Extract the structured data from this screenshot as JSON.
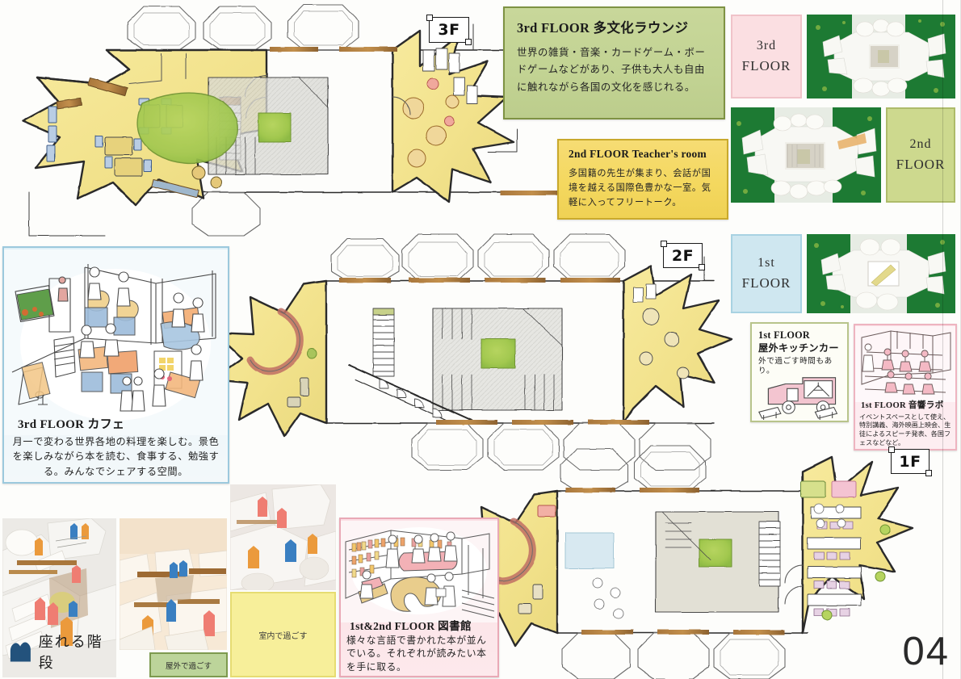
{
  "board": {
    "page_number": "04",
    "title": "International school presentation board"
  },
  "panels": {
    "lounge": {
      "title": "3rd FLOOR 多文化ラウンジ",
      "body": "世界の雑貨・音楽・カードゲーム・ボードゲームなどがあり、子供も大人も自由に触れながら各国の文化を感じれる。",
      "color": "#c3d491"
    },
    "teacher": {
      "title": "2nd FLOOR Teacher's room",
      "body": "多国籍の先生が集まり、会話が国境を越える国際色豊かな一室。気軽に入ってフリートーク。",
      "color": "#f3d85f"
    },
    "cafe": {
      "title": "3rd FLOOR カフェ",
      "body": "月一で変わる世界各地の料理を楽しむ。景色を楽しみながら本を読む、食事する、勉強する。みんなでシェアする空間。",
      "color": "#dff0f7"
    },
    "library": {
      "title": "1st&2nd FLOOR 図書館",
      "body": "様々な言語で書かれた本が並んでいる。それぞれが読みたい本を手に取る。",
      "color": "#fbdfe4"
    },
    "kitchen_car": {
      "title_line1": "1st FLOOR",
      "title_line2": "屋外キッチンカー",
      "body": "外で過ごす時間もあり。",
      "color": "#fdfdf6"
    },
    "sound_lab": {
      "title": "1st FLOOR 音響ラボ",
      "body": "イベントスペースとして使え、特別講義、海外映画上映会、生徒によるスピーチ発表、各国フェスなどなど。",
      "color": "#fbe2e8"
    }
  },
  "floor_chips": [
    {
      "ordinal": "3rd",
      "word": "FLOOR",
      "color": "#fbdfe2"
    },
    {
      "ordinal": "2nd",
      "word": "FLOOR",
      "color": "#cdd98e"
    },
    {
      "ordinal": "1st",
      "word": "FLOOR",
      "color": "#cfe7f0"
    }
  ],
  "plan_tags": {
    "third": "3F",
    "second": "2F",
    "first": "1F"
  },
  "photo_captions": {
    "sittable_stairs": "座れる階段",
    "outdoor": "屋外で過ごす",
    "indoor": "室内で過ごす"
  },
  "photos": {
    "model_3f_alt": "3rd floor study model photo on green base",
    "model_2f_alt": "2nd floor study model photo on green base",
    "model_1f_alt": "1st floor study model photo on green base",
    "stairs_alt": "Model photo of sittable stairs with figures",
    "interior_alt": "Model photo of interior seating area",
    "top_alt": "Model photo overview"
  },
  "drawings": {
    "plan_3f_alt": "Hand-drawn 3rd floor plan with star-shaped lounge wings, central atrium and garden",
    "plan_2f_alt": "Hand-drawn 2nd floor plan with central stair atrium and pods",
    "plan_1f_alt": "Hand-drawn 1st floor plan with library shelves and pods",
    "cafe_sketch_alt": "Perspective sketch of the cafe with tables and people",
    "library_sketch_alt": "Perspective sketch of the library with curved seating",
    "kitchen_sketch_alt": "Sketch of an outdoor kitchen car",
    "sound_sketch_alt": "Sketch of the sound lab event space with seating"
  }
}
